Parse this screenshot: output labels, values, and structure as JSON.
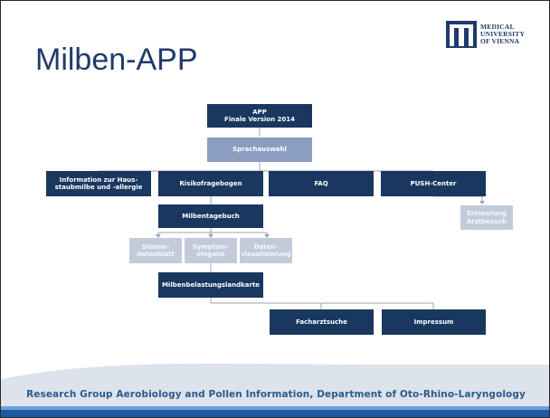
{
  "slide": {
    "title": "Milben-APP",
    "footer": "Research Group Aerobiology and Pollen Information, Department of Oto-Rhino-Laryngology"
  },
  "logo": {
    "line1": "MEDICAL",
    "line2": "UNIVERSITY",
    "line3": "OF VIENNA"
  },
  "diagram": {
    "app": "APP\nFinale Version 2014",
    "sprachauswahl": "Sprachauswahl",
    "info": "Information zur Haus-\nstaubmilbe und -allergie",
    "risiko": "Risikofragebogen",
    "faq": "FAQ",
    "push": "PUSH-Center",
    "erinnerung": "Erinnerung\nArztbesuch",
    "tagebuch": "Milbentagebuch",
    "stamm": "Stamm-\ndatenblatt",
    "symptom": "Symptom-\neingabe",
    "daten": "Daten-\nvisualisierung",
    "karte": "Milbenbelastungslandkarte",
    "facharzt": "Facharztsuche",
    "impressum": "Impressum"
  },
  "colors": {
    "dark_box": "#1a3760",
    "mid_box": "#8a9ec2",
    "light_box": "#c3cbdb",
    "title": "#1f3a6a",
    "footer_text": "#2d5a86",
    "footer_band": "#dde3ec",
    "bottom_stripe": "#1e5aa0"
  }
}
